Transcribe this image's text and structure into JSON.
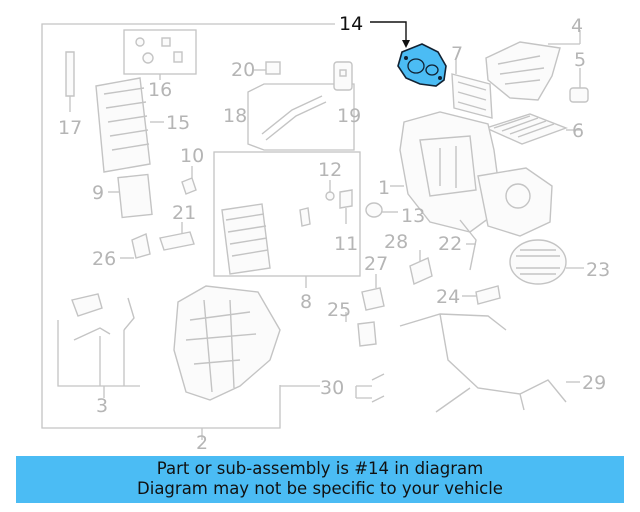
{
  "diagram": {
    "highlight_color": "#4bbcf4",
    "highlighted_part": "14",
    "callouts": [
      "14",
      "4",
      "7",
      "5",
      "6",
      "20",
      "16",
      "18",
      "19",
      "17",
      "15",
      "10",
      "12",
      "9",
      "1",
      "13",
      "21",
      "11",
      "26",
      "28",
      "22",
      "23",
      "8",
      "27",
      "24",
      "25",
      "3",
      "30",
      "29",
      "2"
    ]
  },
  "banner": {
    "line1": "Part or sub-assembly is #14 in diagram",
    "line2": "Diagram may not be specific to your vehicle"
  }
}
